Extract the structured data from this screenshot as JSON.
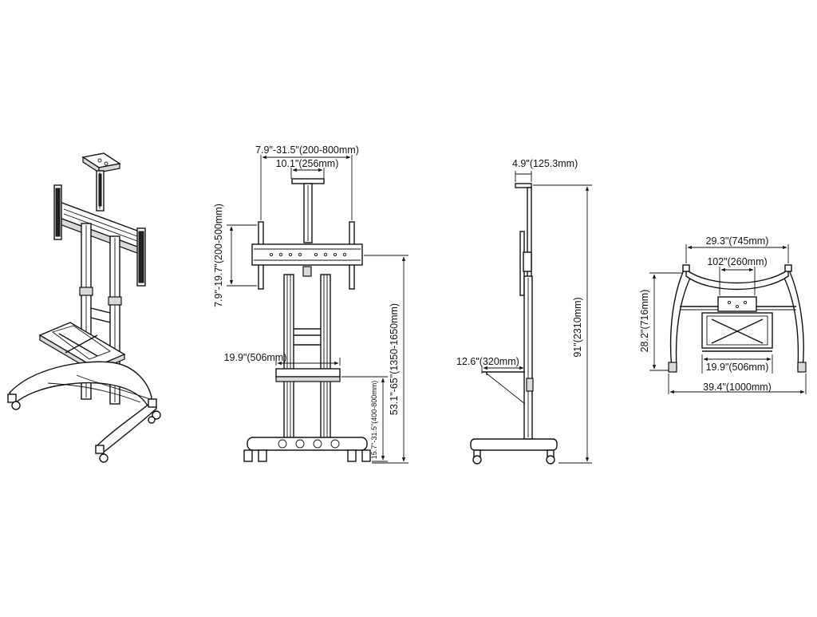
{
  "colors": {
    "line": "#111111",
    "background": "#ffffff",
    "shade": "#d9d9d9"
  },
  "front_view": {
    "vesa_width": "7.9\"-31.5\"(200-800mm)",
    "column_spacing": "10.1\"(256mm)",
    "vesa_height": "7.9\"-19.7\"(200-500mm)",
    "shelf_width": "19.9\"(506mm)",
    "shelf_height": "15.7\"-31.5\"(400-800mm)",
    "mount_height": "53.1\"-65\"(1350-1650mm)"
  },
  "side_view": {
    "top_depth": "4.9\"(125.3mm)",
    "total_height": "91\"(2310mm)",
    "shelf_depth": "12.6\"(320mm)"
  },
  "top_view": {
    "upper_width": "29.3\"(745mm)",
    "inner_width": "102\"(260mm)",
    "depth": "28.2\"(716mm)",
    "shelf_width": "19.9\"(506mm)",
    "base_width": "39.4\"(1000mm)"
  }
}
